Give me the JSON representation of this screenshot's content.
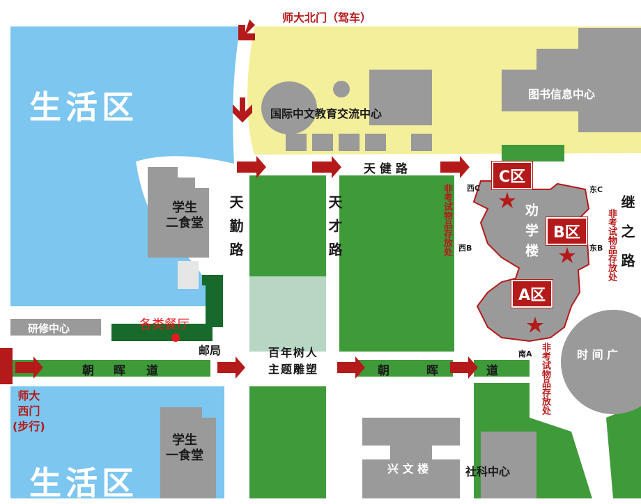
{
  "colors": {
    "water_blue": "#7cc6ef",
    "campus_yellow": "#f4ef9b",
    "grass_green": "#3f9a3a",
    "building_gray": "#9a9a9a",
    "route_red": "#b51a1a",
    "dark_green": "#17692c"
  },
  "labels": {
    "north_gate": "师大北门（驾车）",
    "living_top": "生活区",
    "living_bottom": "生活区",
    "intl_center": "国际中文教育交流中心",
    "library": "图书信息中心",
    "tianjian_road": "天 健 路",
    "tianqin_road": "天勤路",
    "tiancai_road": "天才路",
    "jizhi_road": "继之路",
    "canteen2": [
      "学生",
      "二食堂"
    ],
    "canteen1": [
      "学生",
      "一食堂"
    ],
    "training_center": "研修中心",
    "restaurants": "各类餐厅",
    "post_office": "邮局",
    "zhaohui_1": "朝",
    "zhaohui_2": "晖",
    "zhaohui_3": "道",
    "zhaohui_4": "朝",
    "zhaohui_5": "晖",
    "zhaohui_6": "道",
    "tree_park": [
      "百年树人",
      "主题雕塑"
    ],
    "west_gate": [
      "师大",
      "西门",
      "(步行)"
    ],
    "office_bldg": "劝学楼",
    "zone_a": "A区",
    "zone_b": "B区",
    "zone_c": "C区",
    "storage_1": "非考试物品存放处",
    "storage_2": "非考试物品存放处",
    "storage_3": "非考试物品存放处",
    "west_c": "西C",
    "west_b": "西B",
    "east_c": "东C",
    "east_b": "东B",
    "south_a": "南A",
    "time_square": "时 间 广",
    "xingwen": "兴 文 楼",
    "social_center": "社科中心"
  }
}
